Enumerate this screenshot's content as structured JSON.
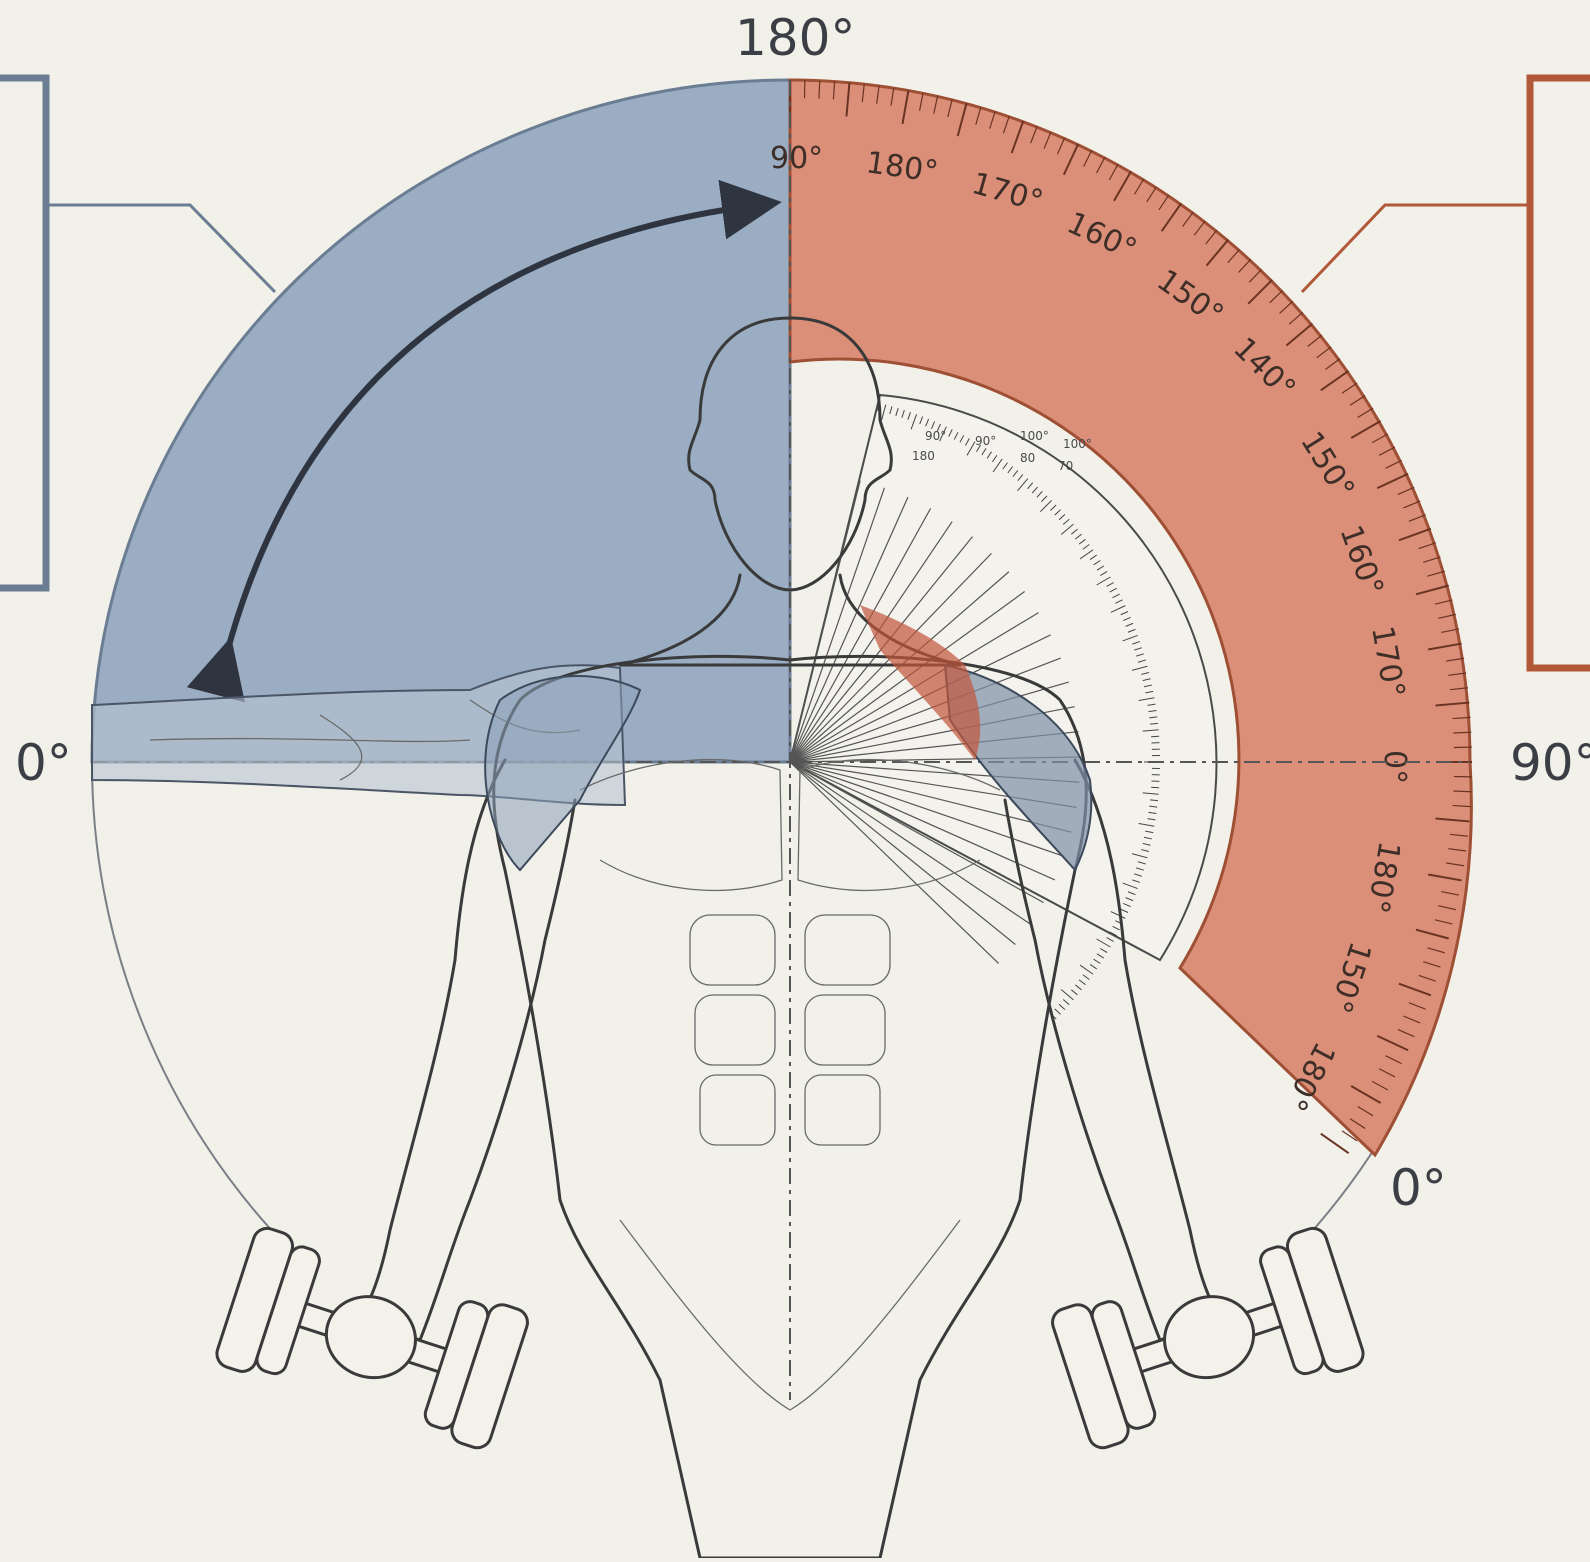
{
  "colors": {
    "background": "#f1f0e9",
    "blue_region": "#9aadc3",
    "blue_border": "#6b7d92",
    "red_region": "#db8f79",
    "red_border": "#9e4f34",
    "protractor_fill": "#f4f2ec",
    "line": "#3a3a3a",
    "deltoid_highlight": "#c0553a"
  },
  "labels": {
    "top": "180°",
    "left": "0°",
    "right": "90°",
    "bottom_right": "0°"
  },
  "red_scale": [
    "90°",
    "180°",
    "170°",
    "160°",
    "150°",
    "140°",
    "150°",
    "160°",
    "170°",
    "0°",
    "180°",
    "150°",
    "180°"
  ],
  "protractor_scale": [
    "90°",
    "180",
    "90°",
    "100°",
    "80",
    "100°",
    "70"
  ],
  "icons": {
    "arrow": "double-headed-curved-arrow",
    "left_dumbbell": "dumbbell-icon",
    "right_dumbbell": "dumbbell-icon"
  }
}
